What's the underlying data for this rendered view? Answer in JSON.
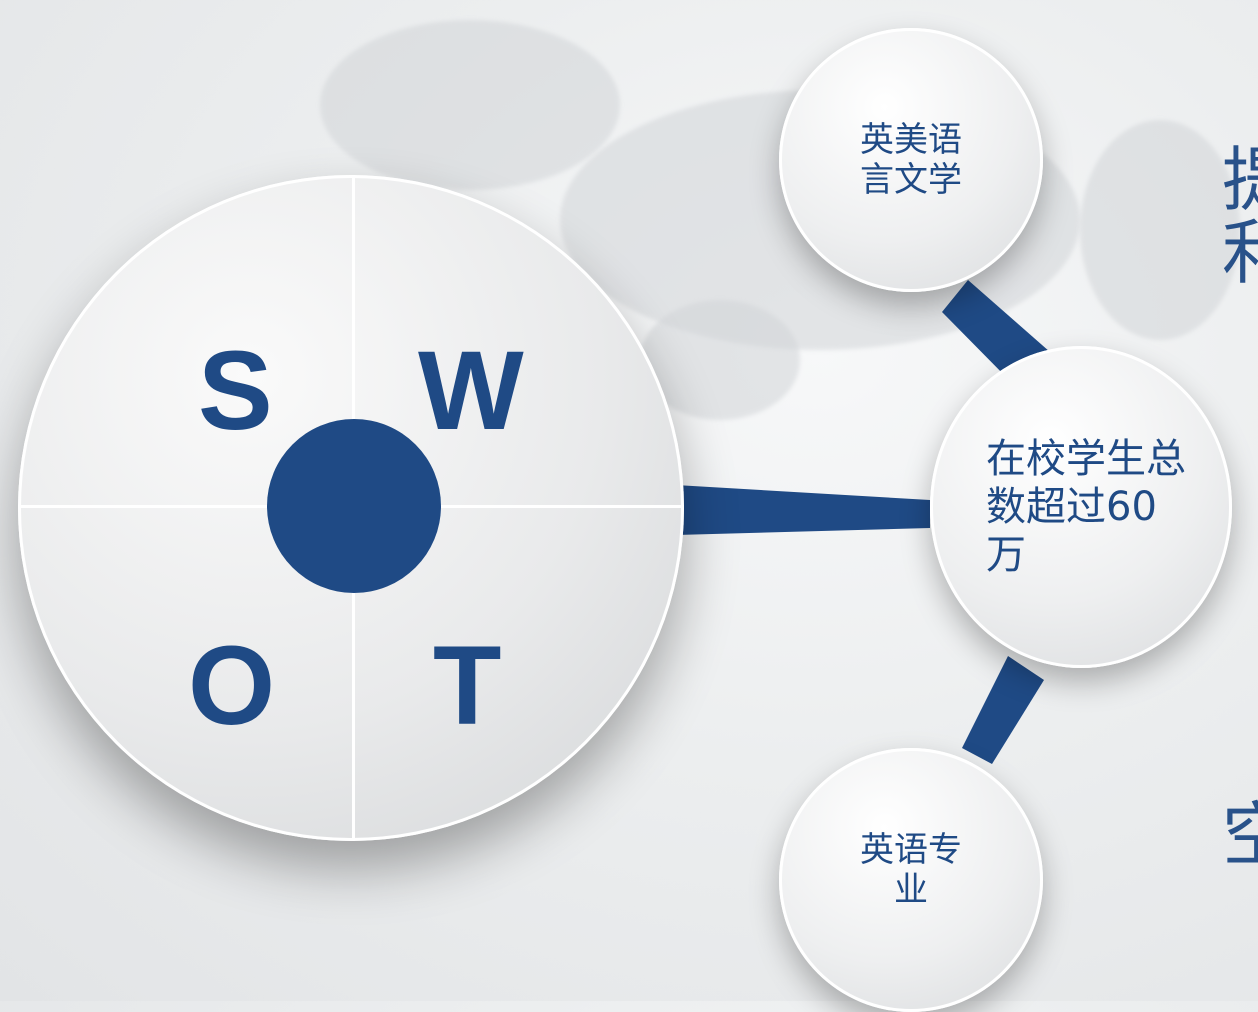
{
  "colors": {
    "accent": "#1f4a85",
    "background": "#eceeef",
    "disc": "#e6e7e8"
  },
  "swot": {
    "letters": [
      "S",
      "W",
      "O",
      "T"
    ]
  },
  "bubbles": {
    "top_label": "英美语言文学",
    "middle_label": "在校学生总数超过60万",
    "bottom_label": "英语专业"
  },
  "side_text": {
    "char1": "提",
    "char2": "利",
    "char3": "空"
  }
}
